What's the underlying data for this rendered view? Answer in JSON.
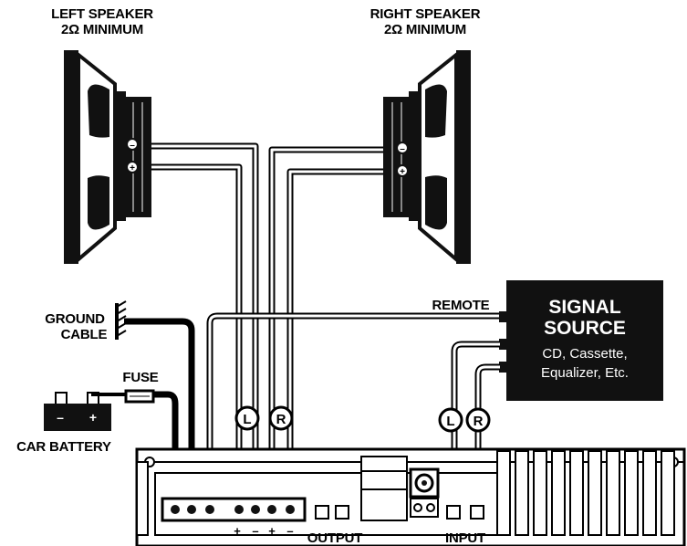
{
  "labels": {
    "left_speaker_line1": "LEFT SPEAKER",
    "left_speaker_line2": "2Ω MINIMUM",
    "right_speaker_line1": "RIGHT SPEAKER",
    "right_speaker_line2": "2Ω MINIMUM",
    "ground_line1": "GROUND",
    "ground_line2": "CABLE",
    "fuse": "FUSE",
    "car_battery": "CAR BATTERY",
    "remote": "REMOTE",
    "output": "OUTPUT",
    "input": "INPUT"
  },
  "signal_source": {
    "title_line1": "SIGNAL",
    "title_line2": "SOURCE",
    "sub_line1": "CD, Cassette,",
    "sub_line2": "Equalizer, Etc."
  },
  "battery": {
    "minus": "–",
    "plus": "+"
  },
  "channel_markers": {
    "speaker_left": "L",
    "speaker_right": "R",
    "input_left": "L",
    "input_right": "R"
  },
  "terminal_polarity": [
    "+",
    "–",
    "+",
    "–"
  ],
  "speaker_terminals": {
    "top": "–",
    "bottom": "+"
  }
}
